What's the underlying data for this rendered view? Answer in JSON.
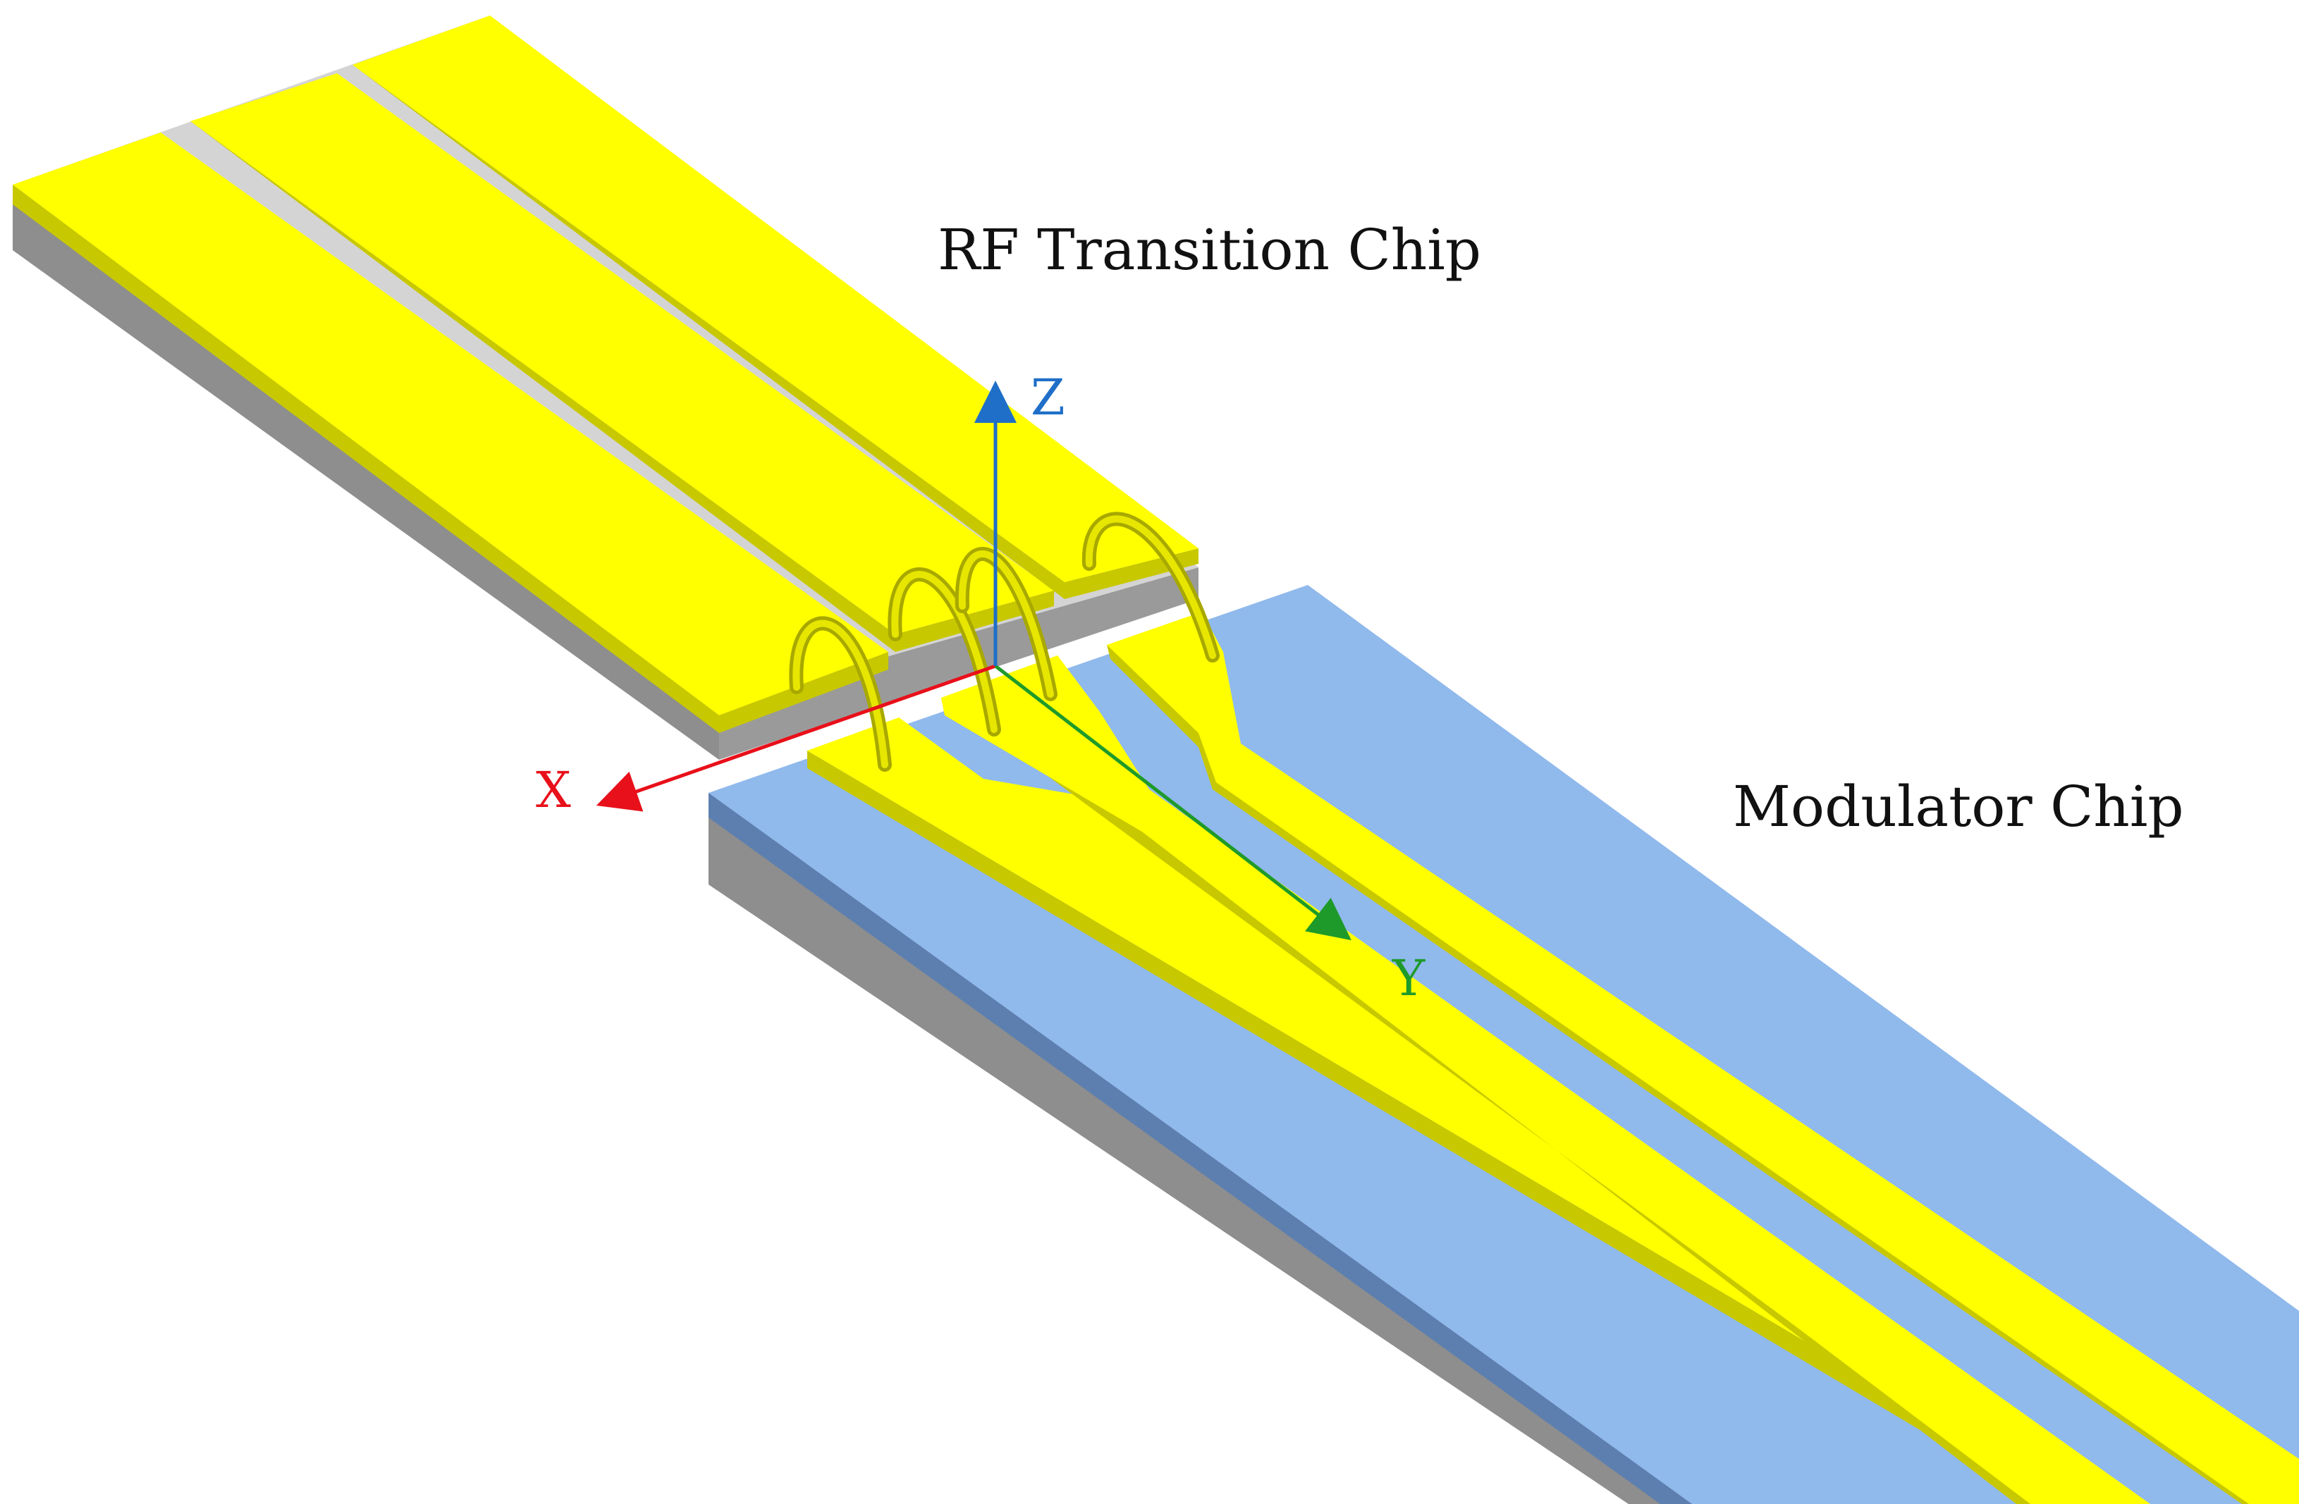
{
  "labels": {
    "rf_chip": "RF Transition Chip",
    "modulator_chip": "Modulator Chip"
  },
  "axes": {
    "x": "X",
    "y": "Y",
    "z": "Z"
  },
  "colors": {
    "gold": "#FFFF00",
    "gold_edge": "#C8C800",
    "gold_side": "#A8A800",
    "substrate_gray_top": "#D4D4D4",
    "substrate_gray_side": "#8E8E8E",
    "modulator_blue_top": "#90B9EC",
    "modulator_blue_side": "#5C7FB0",
    "x_axis": "#E8101A",
    "y_axis": "#1E9A2A",
    "z_axis": "#1F6FC8",
    "text": "#111111"
  }
}
